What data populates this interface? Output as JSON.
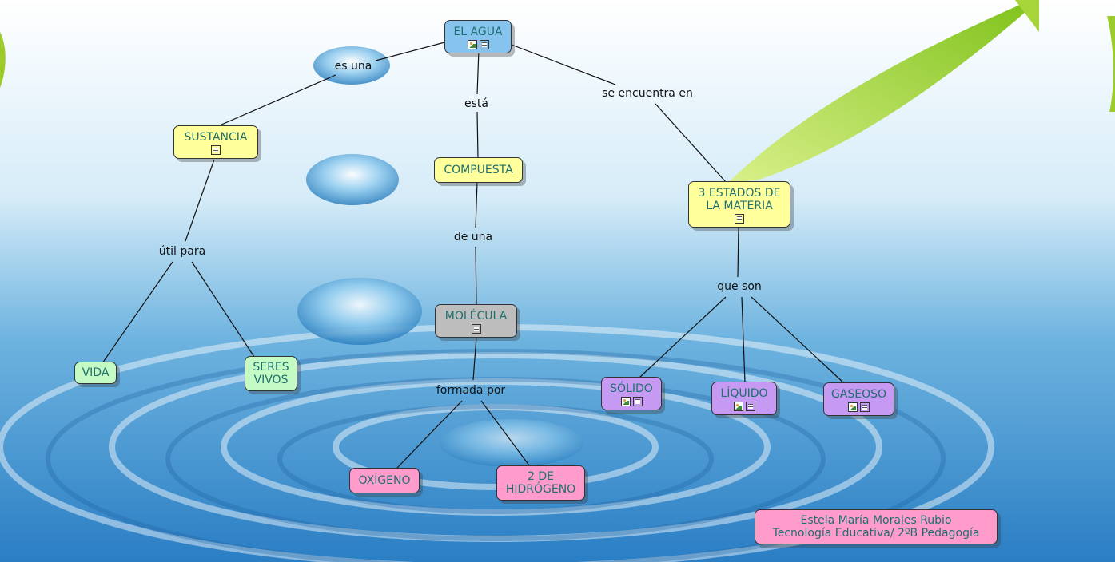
{
  "map": {
    "nodes": {
      "agua": "EL AGUA",
      "sustancia": "SUSTANCIA",
      "compuesta": "COMPUESTA",
      "estados": "3 ESTADOS DE LA MATERIA",
      "molecula": "MOLÉCULA",
      "vida": "VIDA",
      "seres": "SERES VIVOS",
      "solido": "SÓLIDO",
      "liquido": "LÍQUIDO",
      "gaseoso": "GASEOSO",
      "oxigeno": "OXÍGENO",
      "hidrogeno": "2 DE HIDRÓGENO"
    },
    "links": {
      "es_una": "es una",
      "esta": "está",
      "se_encuentra": "se encuentra en",
      "util_para": "útil para",
      "de_una": "de una",
      "que_son": "que son",
      "formada_por": "formada por"
    },
    "author": {
      "name": "Estela María Morales Rubio",
      "course": "Tecnología Educativa/ 2ºB Pedagogía"
    },
    "colors": {
      "yellow": "#ffff9c",
      "blue": "#86c4ef",
      "gray": "#bdbdbd",
      "green": "#c4fbc4",
      "purple": "#c69af2",
      "pink": "#ff9ccc"
    },
    "icons": [
      "image-icon",
      "note-icon"
    ]
  }
}
